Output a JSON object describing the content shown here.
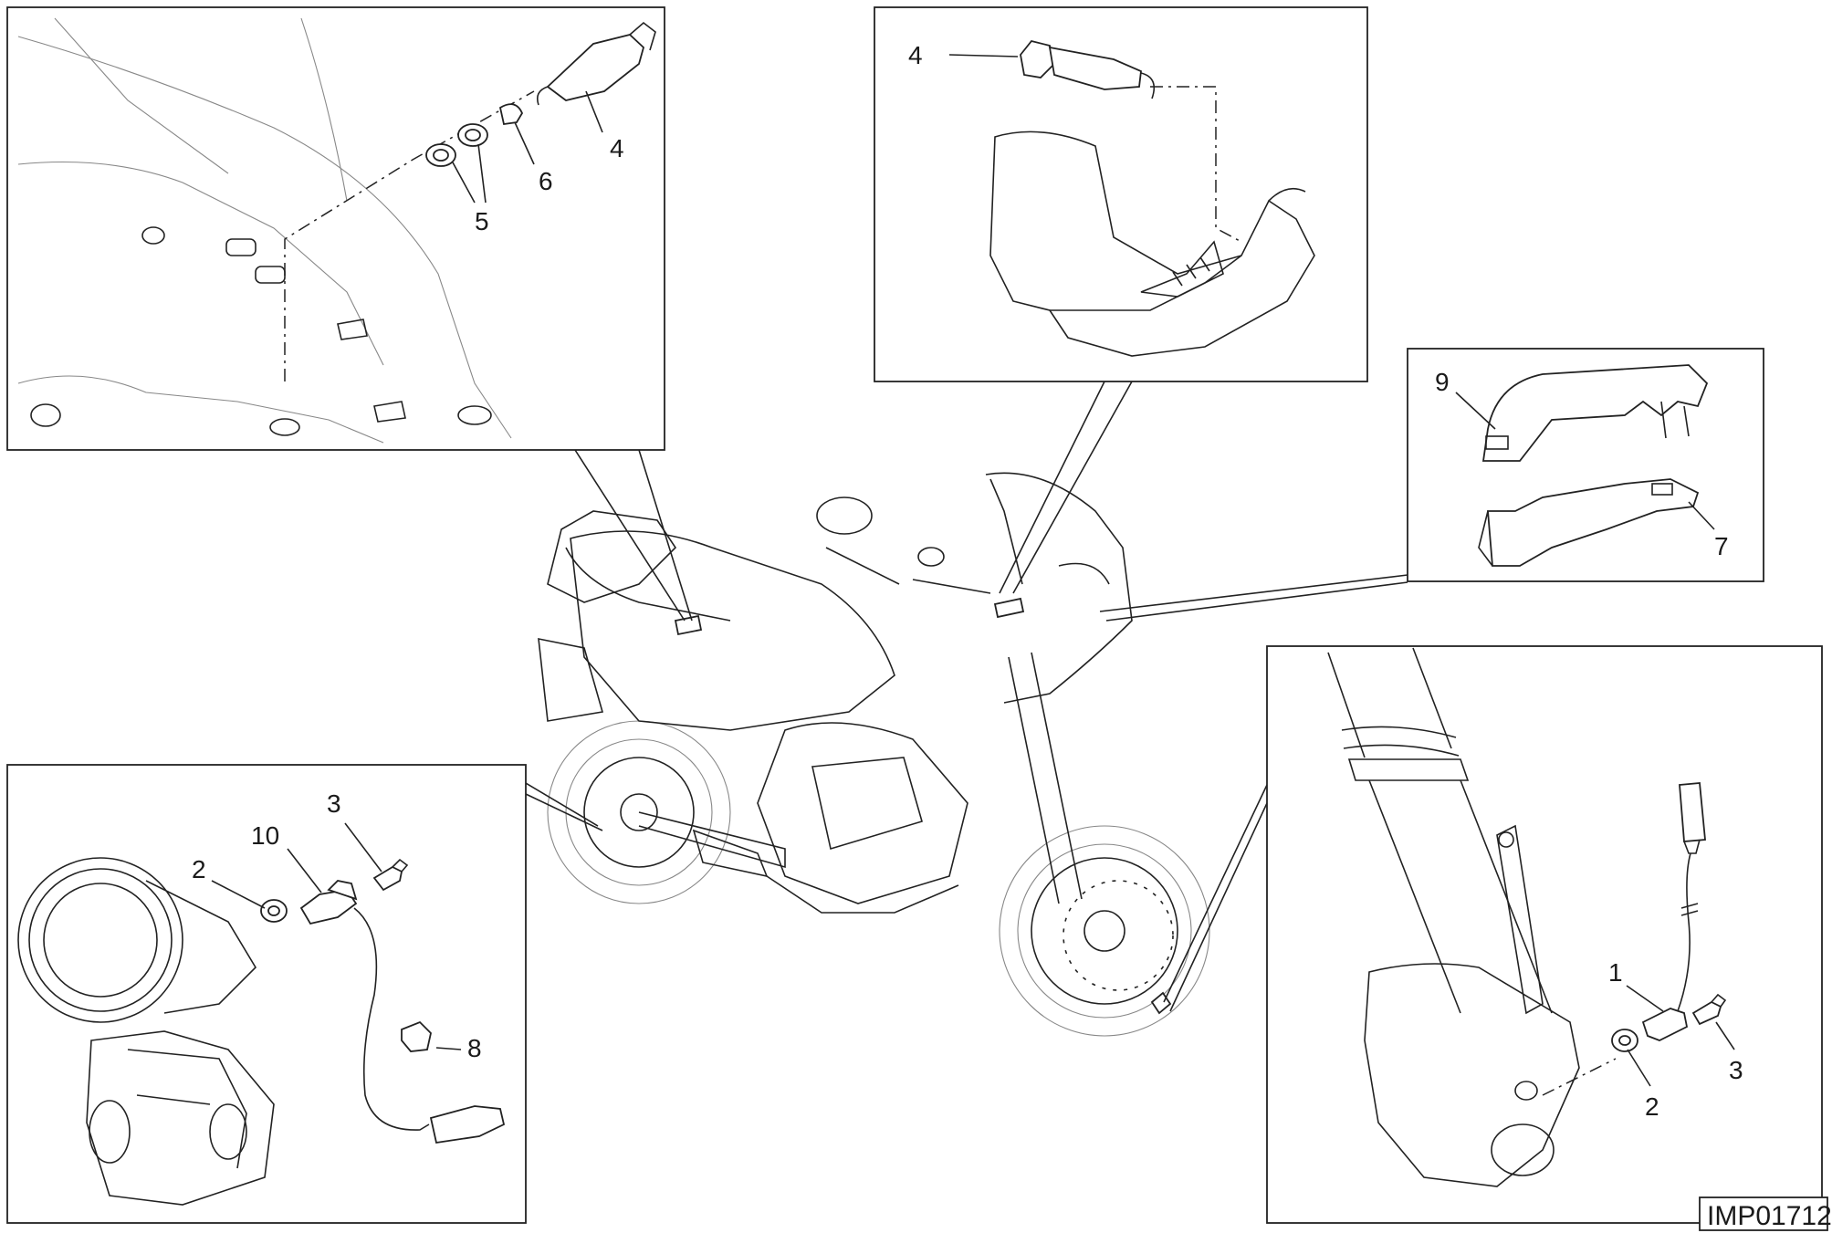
{
  "drawing": {
    "code": "IMP01712",
    "callouts": {
      "tl_4": "4",
      "tl_5": "5",
      "tl_6": "6",
      "tc_4": "4",
      "tr_9": "9",
      "tr_7": "7",
      "bl_3": "3",
      "bl_10": "10",
      "bl_2": "2",
      "bl_8": "8",
      "br_1": "1",
      "br_3": "3",
      "br_2": "2"
    }
  }
}
